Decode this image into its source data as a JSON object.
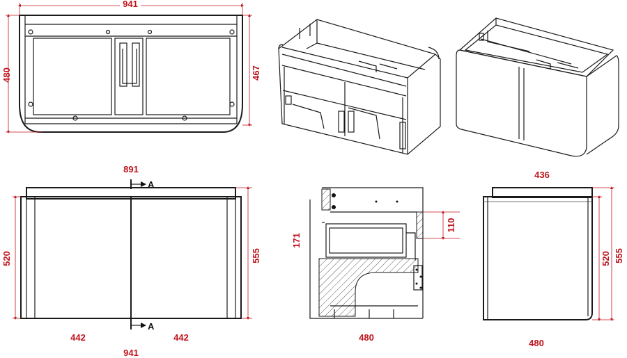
{
  "dimensions": {
    "top_width": "941",
    "top_height": "480",
    "top_depth_side": "467",
    "front_top_width": "891",
    "front_height_left": "520",
    "front_height_right": "555",
    "front_left_door": "442",
    "front_right_door": "442",
    "front_bottom_width": "941",
    "section_height_170": "171",
    "section_opening_110": "110",
    "section_depth": "480",
    "side_top_depth": "436",
    "side_height_left": "520",
    "side_height_right": "555",
    "side_depth": "480"
  },
  "section_marks": {
    "top": "A",
    "bottom": "A"
  },
  "colors": {
    "dimension": "#c0141c",
    "line": "#1a1a1a",
    "door_tint": "#e3e4f4"
  }
}
